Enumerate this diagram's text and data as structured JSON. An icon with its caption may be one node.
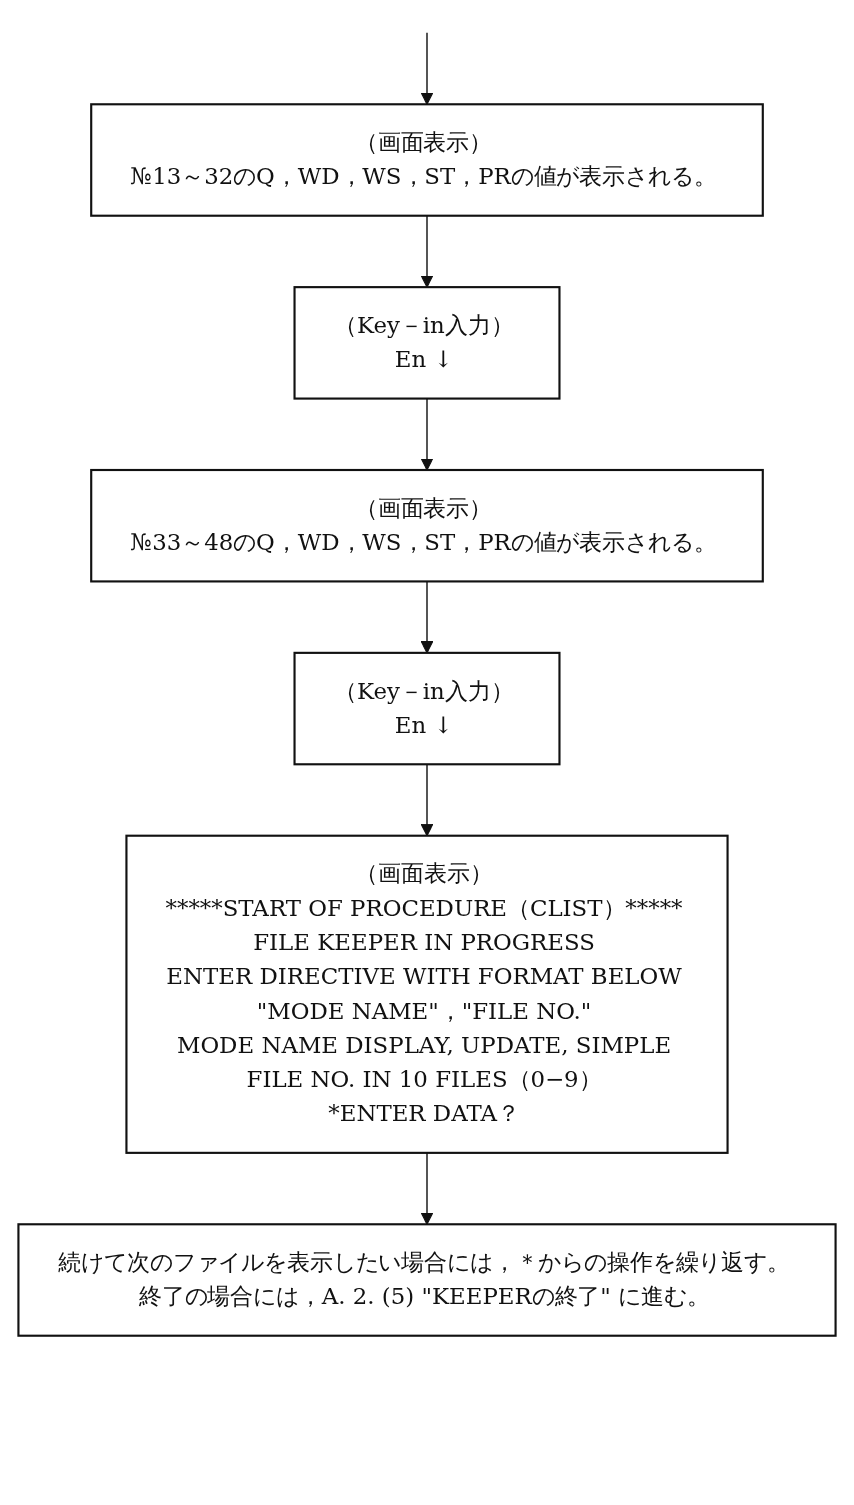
{
  "diagram": {
    "nodes": [
      {
        "text": [
          "（画面表示）",
          "№13～32のQ，WD，WS，ST，PRの値が表示される。"
        ]
      },
      {
        "text": [
          "（Key－in入力）",
          "En ↓"
        ]
      },
      {
        "text": [
          "（画面表示）",
          "№33～48のQ，WD，WS，ST，PRの値が表示される。"
        ]
      },
      {
        "text": [
          "（Key－in入力）",
          "En ↓"
        ]
      },
      {
        "text": [
          "（画面表示）",
          "*****START OF PROCEDURE（CLIST）*****",
          "FILE KEEPER IN PROGRESS",
          "ENTER DIRECTIVE WITH FORMAT BELOW",
          "\"MODE NAME\"，\"FILE NO.\"",
          "MODE NAME DISPLAY, UPDATE, SIMPLE",
          "FILE NO. IN 10 FILES（0−9）",
          "*ENTER DATA？"
        ]
      },
      {
        "text": [
          "続けて次のファイルを表示したい場合には，＊からの操作を繰り返す。",
          "終了の場合には，A. 2. (5) \"KEEPERの終了\" に進む。"
        ]
      }
    ],
    "edges": [
      {
        "from": null,
        "to": 0,
        "arrow": "to"
      },
      {
        "from": 0,
        "to": 1,
        "arrow": "to"
      },
      {
        "from": 1,
        "to": 2,
        "arrow": "to"
      },
      {
        "from": 2,
        "to": 3,
        "arrow": "to"
      },
      {
        "from": 3,
        "to": 4,
        "arrow": "to"
      },
      {
        "from": 4,
        "to": 5,
        "arrow": "to"
      }
    ]
  }
}
